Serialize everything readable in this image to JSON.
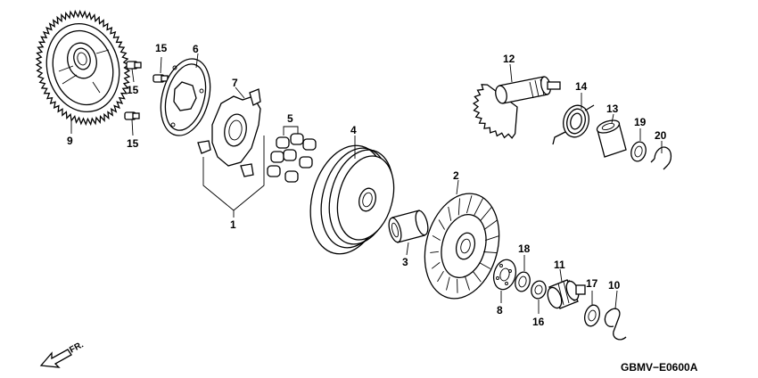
{
  "diagram": {
    "drawing_code": "GBMV−E0600A",
    "direction_label": "FR.",
    "callouts": [
      {
        "id": "c1",
        "text": "1"
      },
      {
        "id": "c2",
        "text": "2"
      },
      {
        "id": "c3",
        "text": "3"
      },
      {
        "id": "c4",
        "text": "4"
      },
      {
        "id": "c5",
        "text": "5"
      },
      {
        "id": "c6",
        "text": "6"
      },
      {
        "id": "c7",
        "text": "7"
      },
      {
        "id": "c8",
        "text": "8"
      },
      {
        "id": "c9",
        "text": "9"
      },
      {
        "id": "c10",
        "text": "10"
      },
      {
        "id": "c11",
        "text": "11"
      },
      {
        "id": "c12",
        "text": "12"
      },
      {
        "id": "c13",
        "text": "13"
      },
      {
        "id": "c14",
        "text": "14"
      },
      {
        "id": "c15a",
        "text": "15"
      },
      {
        "id": "c15b",
        "text": "15"
      },
      {
        "id": "c15c",
        "text": "15"
      },
      {
        "id": "c16",
        "text": "16"
      },
      {
        "id": "c17",
        "text": "17"
      },
      {
        "id": "c18",
        "text": "18"
      },
      {
        "id": "c19",
        "text": "19"
      },
      {
        "id": "c20",
        "text": "20"
      }
    ]
  }
}
